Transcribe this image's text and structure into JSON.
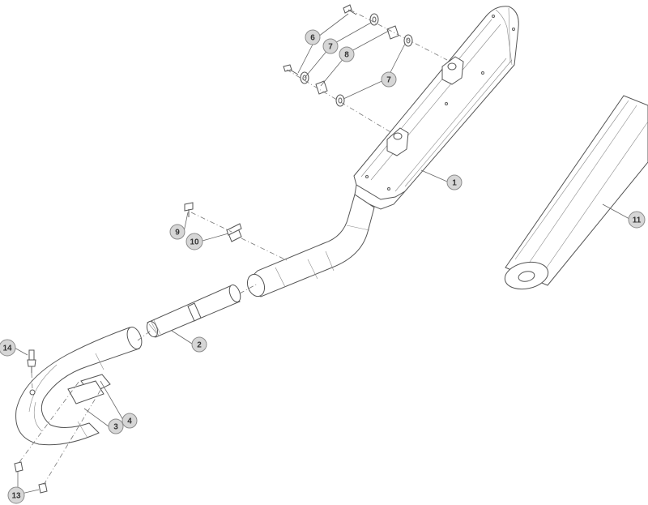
{
  "callouts": [
    {
      "id": "c6a",
      "label": "6"
    },
    {
      "id": "c7a",
      "label": "7"
    },
    {
      "id": "c8",
      "label": "8"
    },
    {
      "id": "c7b",
      "label": "7"
    },
    {
      "id": "c1",
      "label": "1"
    },
    {
      "id": "c11",
      "label": "11"
    },
    {
      "id": "c9",
      "label": "9"
    },
    {
      "id": "c10",
      "label": "10"
    },
    {
      "id": "c2",
      "label": "2"
    },
    {
      "id": "c14",
      "label": "14"
    },
    {
      "id": "c4",
      "label": "4"
    },
    {
      "id": "c3",
      "label": "3"
    },
    {
      "id": "c13",
      "label": "13"
    }
  ]
}
